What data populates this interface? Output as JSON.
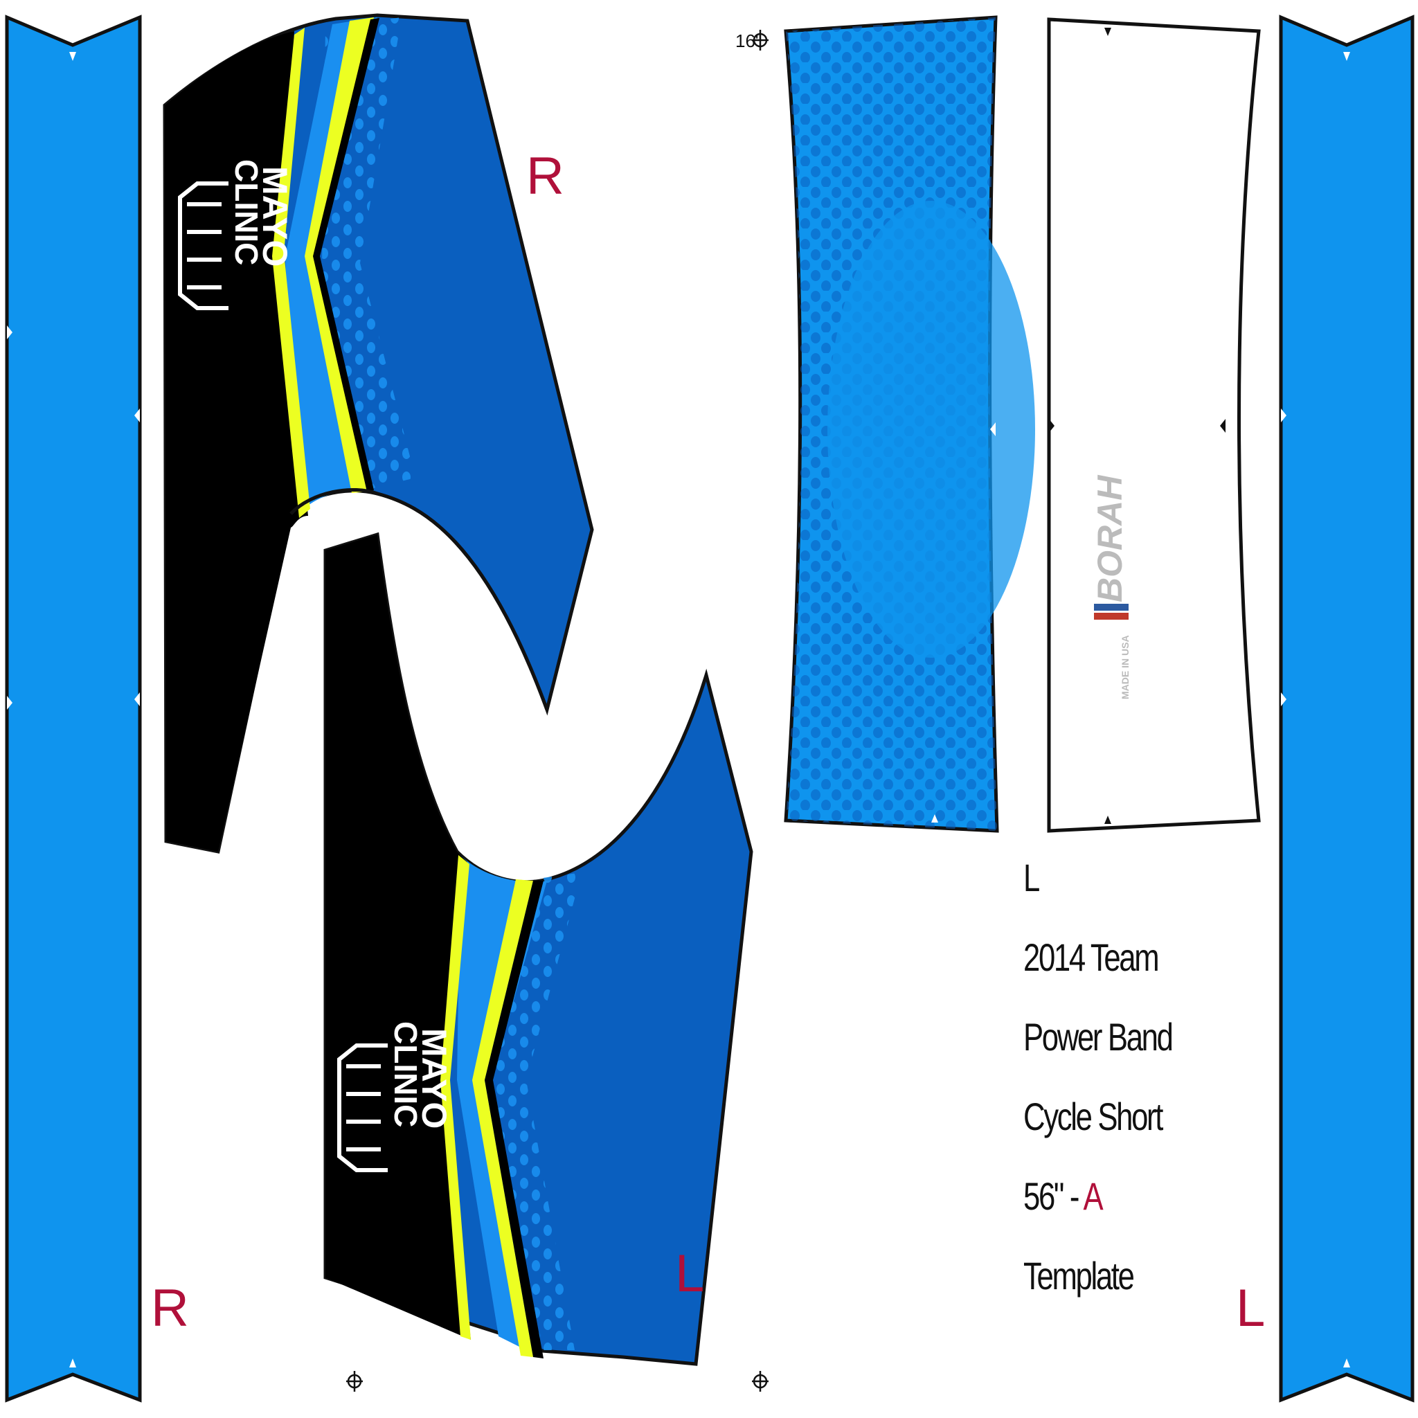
{
  "colors": {
    "side_panel": "#0f94ee",
    "navy_blue": "#0a5fbf",
    "dot_blue": "#1a8ff0",
    "black": "#000000",
    "neon_yellow": "#ecff22",
    "label_red": "#b0103a",
    "outline": "#111111"
  },
  "panel_labels": {
    "top_right_piece": "R",
    "bottom_left_piece": "L",
    "left_strip": "R",
    "right_strip": "L"
  },
  "logo": {
    "line1": "MAYO",
    "line2": "CLINIC"
  },
  "measurement_mark": "16\"",
  "brand_mark": {
    "name": "BORAH",
    "tagline": "MADE IN USA"
  },
  "template_info": {
    "size": "L",
    "line1": "2014 Team",
    "line2": "Power Band",
    "line3": "Cycle Short",
    "length": "56\" - ",
    "variant": "A",
    "line5": "Template"
  },
  "icons": [
    "registration-mark-icon",
    "notch-marker-icon",
    "shield-logo-icon"
  ]
}
